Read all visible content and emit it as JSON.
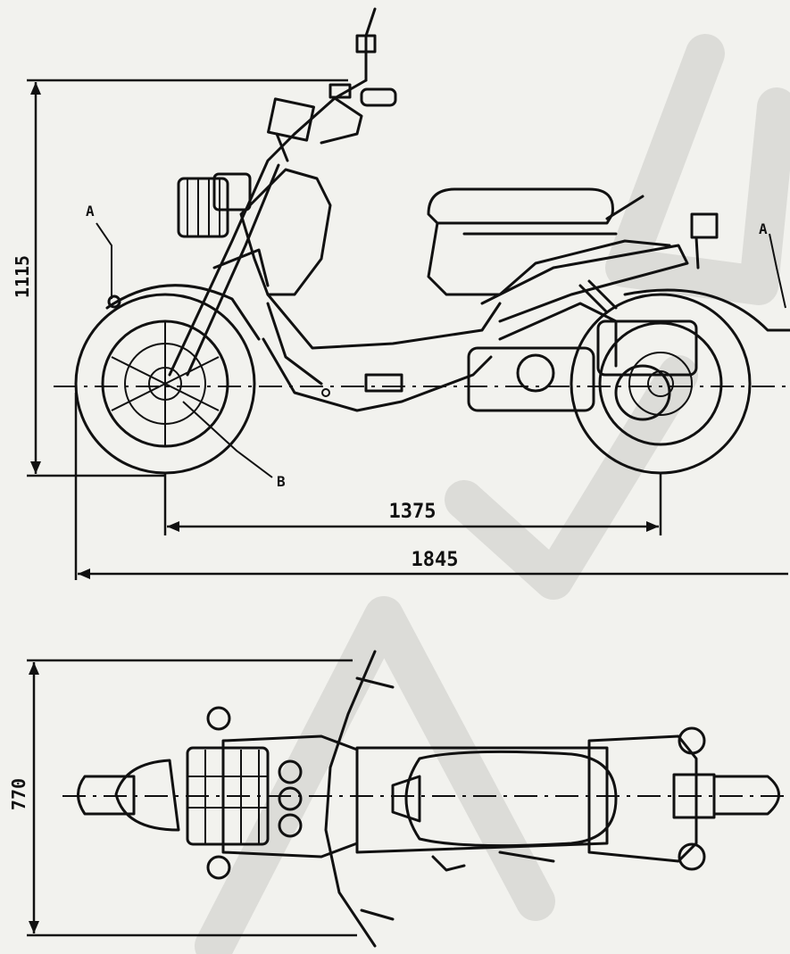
{
  "dimensions": {
    "overall_height": "1115",
    "wheelbase": "1375",
    "overall_length": "1845",
    "overall_width": "770"
  },
  "callouts": {
    "front_a": "A",
    "rear_a": "A",
    "axle_b": "B"
  }
}
